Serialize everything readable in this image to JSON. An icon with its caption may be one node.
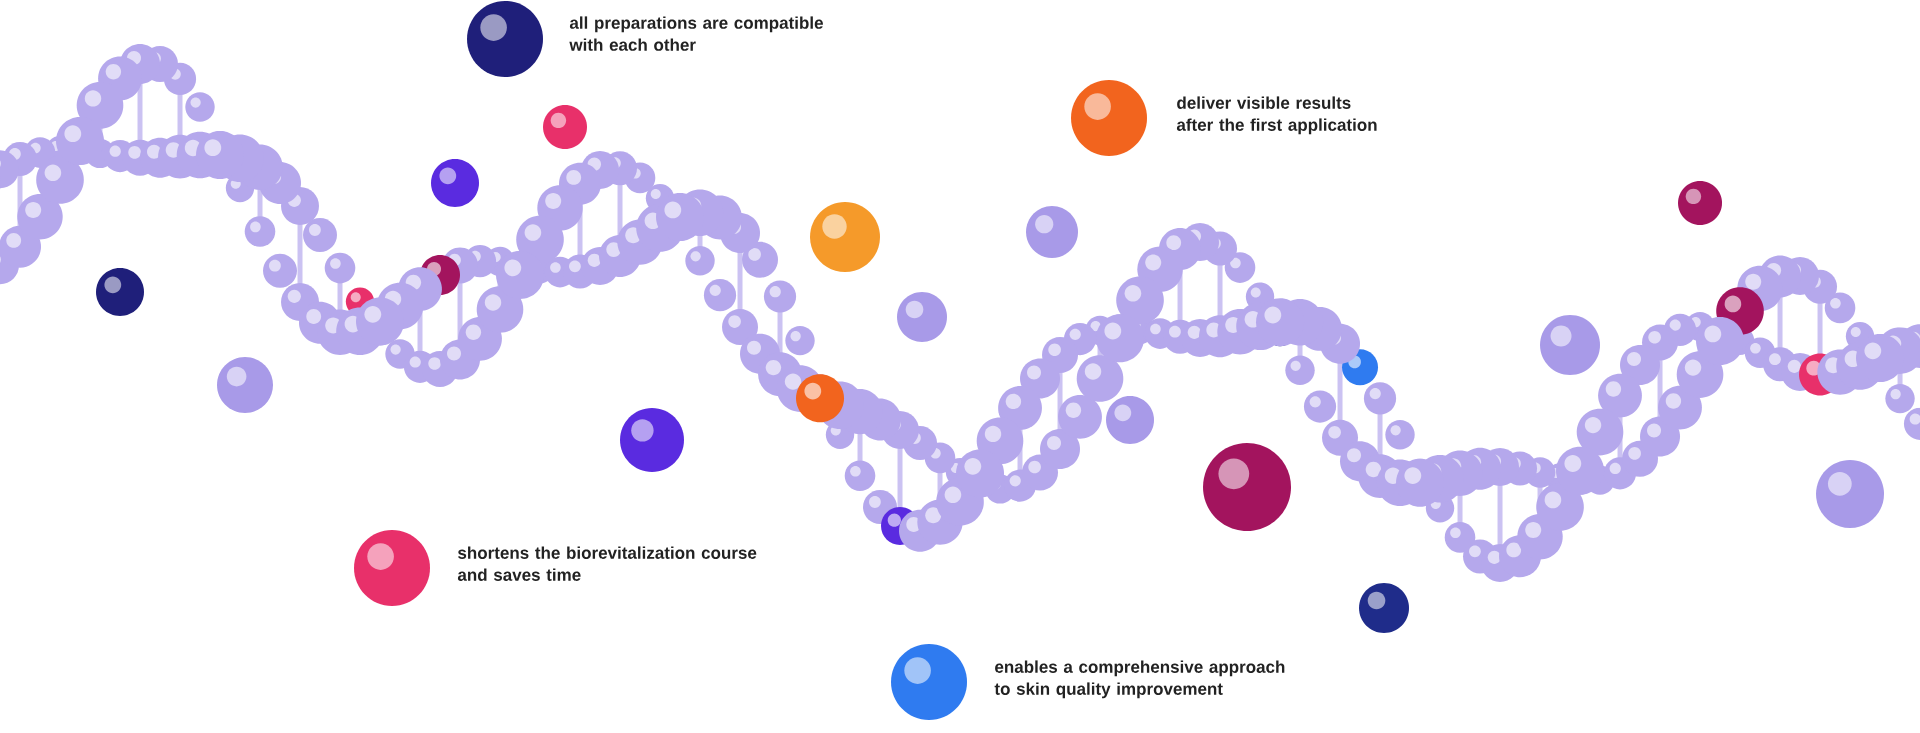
{
  "diagram": {
    "labels": [
      "all preparations are compatible with each other",
      "deliver visible results after the first application",
      "shortens the biorevitalization course and saves time",
      "enables a comprehensive approach to skin quality improvement"
    ]
  }
}
